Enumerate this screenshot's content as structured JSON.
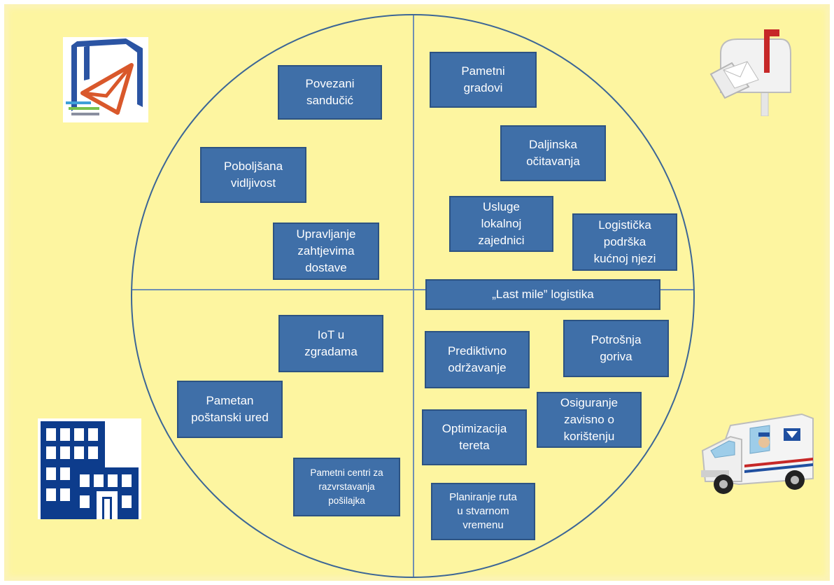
{
  "diagram": {
    "boxes": [
      {
        "id": "povezani-sanducic",
        "label": "Povezani\nsandučić"
      },
      {
        "id": "poboljsana-vidljivost",
        "label": "Poboljšana\nvidljivost"
      },
      {
        "id": "upravljanje-zahtjevima",
        "label": "Upravljanje\nzahtjevima\ndostave"
      },
      {
        "id": "pametni-gradovi",
        "label": "Pametni\ngradovi"
      },
      {
        "id": "daljinska-ocitavanja",
        "label": "Daljinska\nočitavanja"
      },
      {
        "id": "usluge-zajednici",
        "label": "Usluge\nlokalnoj\nzajednici"
      },
      {
        "id": "logisticka-podrska",
        "label": "Logistička\npodrška\nkućnoj njezi"
      },
      {
        "id": "last-mile",
        "label": "„Last mile” logistika"
      },
      {
        "id": "iot-zgradama",
        "label": "IoT u\nzgradama"
      },
      {
        "id": "pametan-ured",
        "label": "Pametan\npoštanski ured"
      },
      {
        "id": "centri-razvrstavanja",
        "label": "Pametni centri za\nrazvrstavanja\npošilajka"
      },
      {
        "id": "prediktivno-odrzavanje",
        "label": "Prediktivno\nodržavanje"
      },
      {
        "id": "potrosnja-goriva",
        "label": "Potrošnja\ngoriva"
      },
      {
        "id": "optimizacija-tereta",
        "label": "Optimizacija\ntereta"
      },
      {
        "id": "osiguranje",
        "label": "Osiguranje\nzavisno o\nkorištenju"
      },
      {
        "id": "planiranje-ruta",
        "label": "Planiranje ruta\nu stvarnom\nvremenu"
      }
    ],
    "icons": {
      "top_left": "postal-logo-icon",
      "top_right": "mailbox-icon",
      "bottom_left": "building-icon",
      "bottom_right": "mail-truck-icon"
    },
    "colors": {
      "background": "#fdf5a0",
      "box_fill": "#3f6fa8",
      "box_border": "#2d5382",
      "circle": "#3c6696"
    }
  }
}
